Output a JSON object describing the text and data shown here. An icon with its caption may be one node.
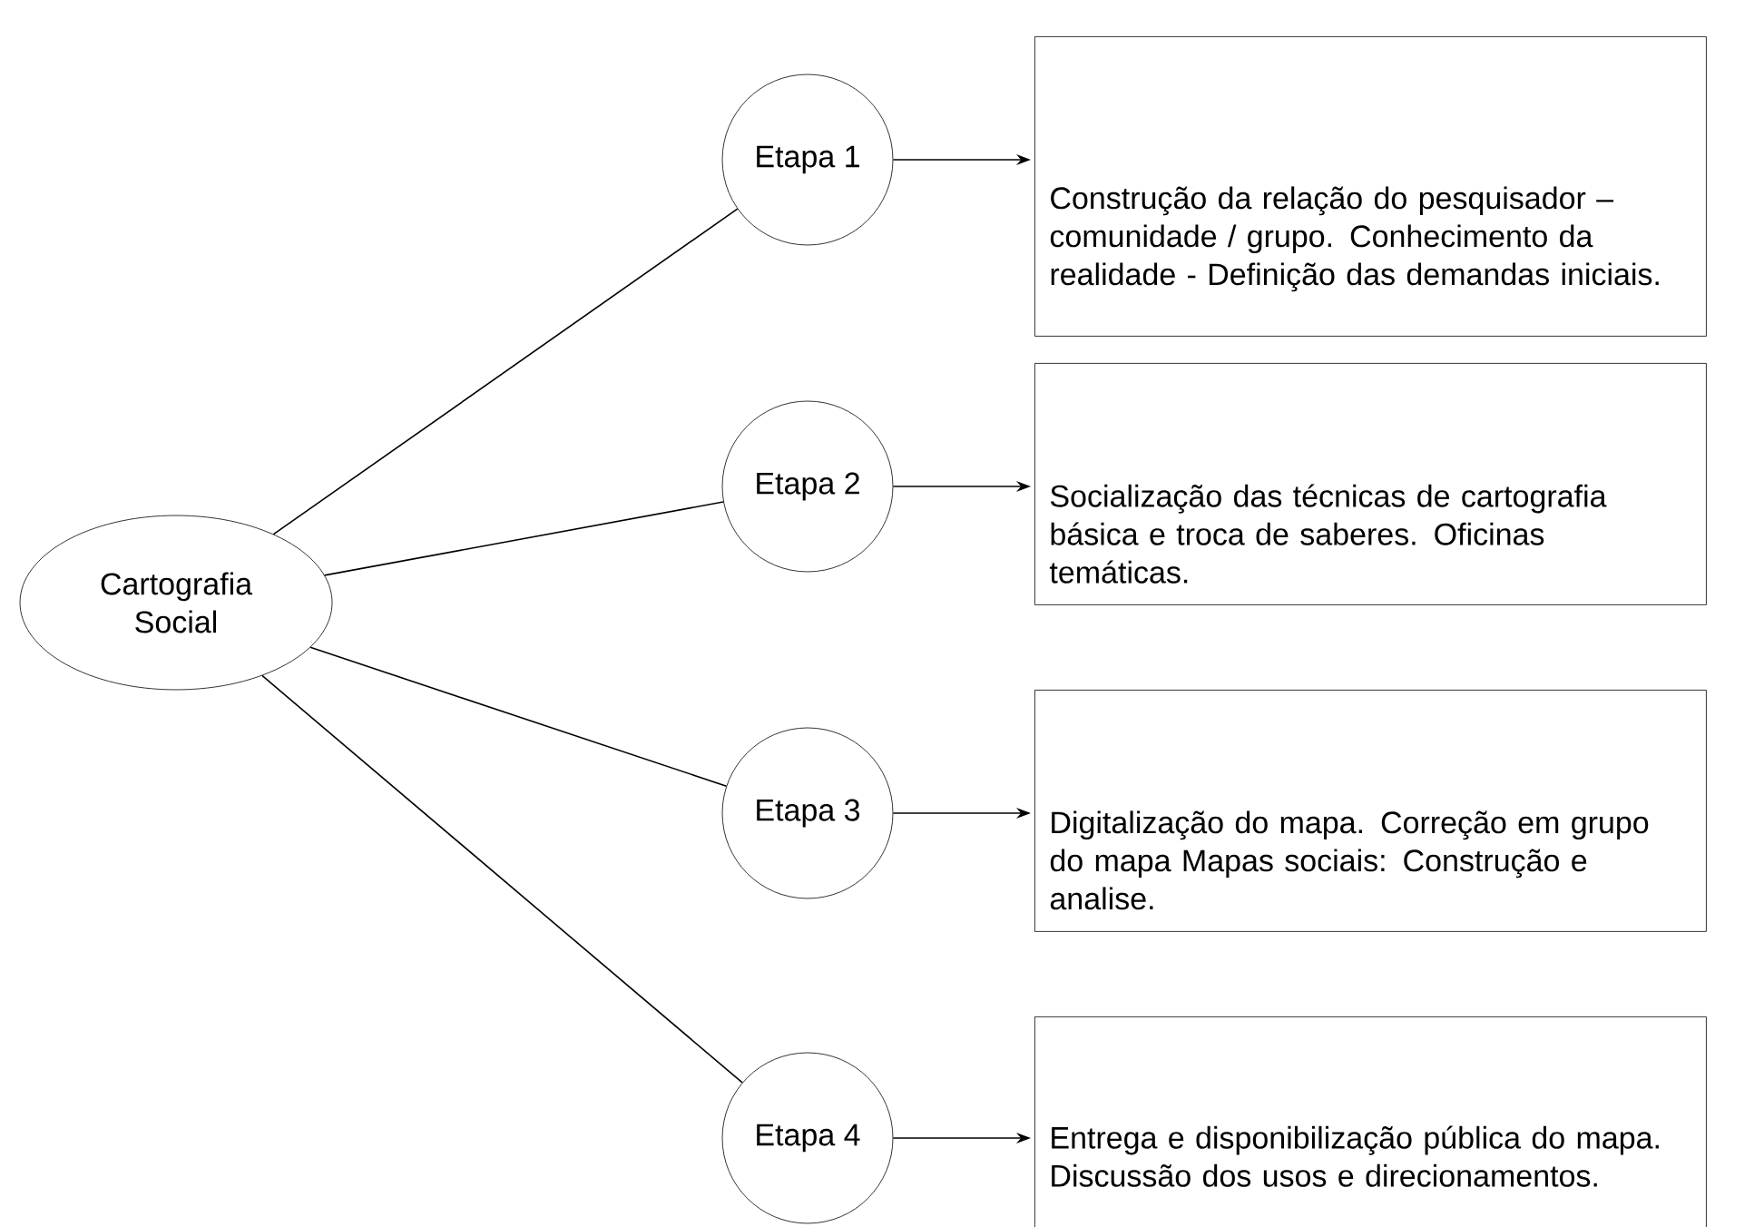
{
  "diagram": {
    "nodes": [
      {
        "text": [
          "Cartografia Social"
        ]
      },
      {
        "text": [
          "Etapa 1"
        ]
      },
      {
        "text": [
          "Construção da relação do pesquisador – comunidade / grupo. Conhecimento da realidade - Definição das demandas iniciais."
        ]
      },
      {
        "text": [
          "Etapa 2"
        ]
      },
      {
        "text": [
          "Socialização das técnicas de cartografia básica e troca de saberes. Oficinas temáticas."
        ]
      },
      {
        "text": [
          "Etapa 3"
        ]
      },
      {
        "text": [
          "Digitalização do mapa.  Correção em grupo do mapa Mapas sociais: Construção e analise."
        ]
      },
      {
        "text": [
          "Etapa 4"
        ]
      },
      {
        "text": [
          "Entrega e disponibilização pública do mapa.  Discussão dos usos e direcionamentos."
        ]
      }
    ],
    "edges": [
      {
        "from": 0,
        "to": 1,
        "arrow": "none"
      },
      {
        "from": 0,
        "to": 3,
        "arrow": "none"
      },
      {
        "from": 0,
        "to": 5,
        "arrow": "none"
      },
      {
        "from": 0,
        "to": 7,
        "arrow": "none"
      },
      {
        "from": 1,
        "to": 2,
        "arrow": "to"
      },
      {
        "from": 3,
        "to": 4,
        "arrow": "to"
      },
      {
        "from": 5,
        "to": 6,
        "arrow": "to"
      },
      {
        "from": 7,
        "to": 8,
        "arrow": "to"
      }
    ]
  }
}
